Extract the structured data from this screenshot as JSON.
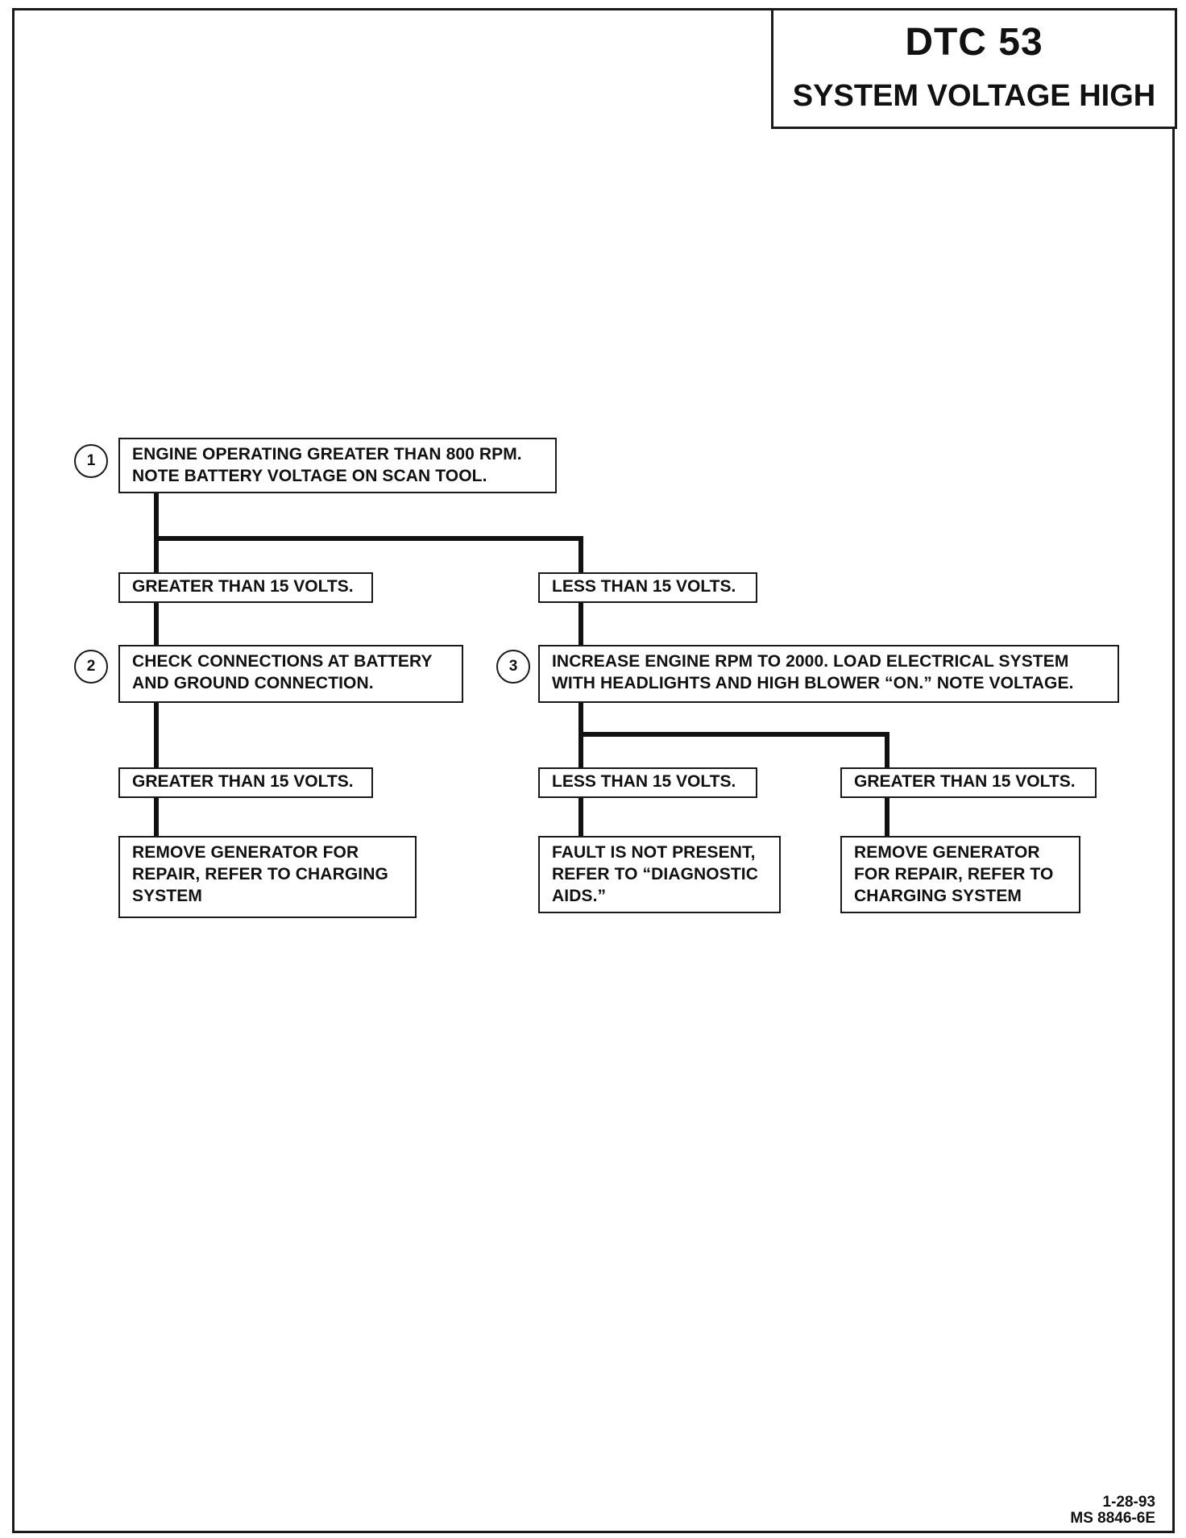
{
  "header": {
    "code": "DTC 53",
    "title": "SYSTEM VOLTAGE HIGH"
  },
  "steps": [
    {
      "number": "1",
      "text": "ENGINE OPERATING GREATER THAN 800 RPM.\nNOTE BATTERY VOLTAGE ON SCAN TOOL."
    },
    {
      "number": "2",
      "text": "CHECK CONNECTIONS AT BATTERY\nAND GROUND CONNECTION."
    },
    {
      "number": "3",
      "text": "INCREASE ENGINE RPM TO 2000.  LOAD ELECTRICAL SYSTEM\nWITH HEADLIGHTS AND HIGH BLOWER “ON.”  NOTE VOLTAGE."
    }
  ],
  "branches": {
    "step1_high": "GREATER THAN 15 VOLTS.",
    "step1_low": "LESS THAN 15 VOLTS.",
    "step2_high": "GREATER THAN 15 VOLTS.",
    "step3_low": "LESS THAN 15 VOLTS.",
    "step3_high": "GREATER THAN 15 VOLTS."
  },
  "results": {
    "step2_high": "REMOVE GENERATOR FOR\nREPAIR, REFER TO CHARGING\nSYSTEM",
    "step3_low": "FAULT IS NOT PRESENT,\nREFER TO “DIAGNOSTIC\nAIDS.”",
    "step3_high": "REMOVE GENERATOR\nFOR REPAIR, REFER TO\nCHARGING SYSTEM"
  },
  "footer": {
    "date": "1-28-93",
    "doc_number": "MS 8846-6E"
  }
}
